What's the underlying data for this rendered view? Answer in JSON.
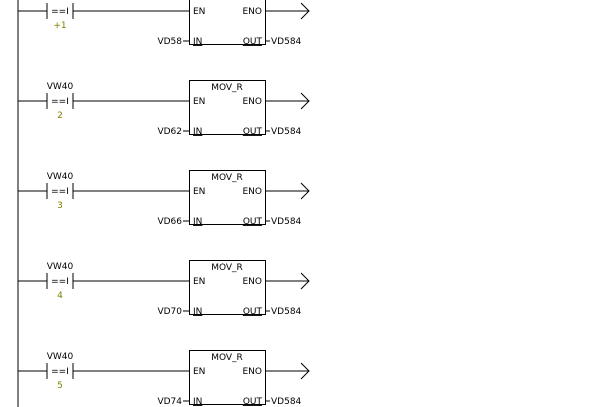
{
  "rungs": [
    {
      "address": "",
      "compare_op": "==I",
      "constant": "+1",
      "instruction": "",
      "en_label": "EN",
      "eno_label": "ENO",
      "in_label": "IN",
      "out_label": "OUT",
      "in_operand": "VD58",
      "out_operand": "VD584"
    },
    {
      "address": "VW40",
      "compare_op": "==I",
      "constant": "2",
      "instruction": "MOV_R",
      "en_label": "EN",
      "eno_label": "ENO",
      "in_label": "IN",
      "out_label": "OUT",
      "in_operand": "VD62",
      "out_operand": "VD584"
    },
    {
      "address": "VW40",
      "compare_op": "==I",
      "constant": "3",
      "instruction": "MOV_R",
      "en_label": "EN",
      "eno_label": "ENO",
      "in_label": "IN",
      "out_label": "OUT",
      "in_operand": "VD66",
      "out_operand": "VD584"
    },
    {
      "address": "VW40",
      "compare_op": "==I",
      "constant": "4",
      "instruction": "MOV_R",
      "en_label": "EN",
      "eno_label": "ENO",
      "in_label": "IN",
      "out_label": "OUT",
      "in_operand": "VD70",
      "out_operand": "VD584"
    },
    {
      "address": "VW40",
      "compare_op": "==I",
      "constant": "5",
      "instruction": "MOV_R",
      "en_label": "EN",
      "eno_label": "ENO",
      "in_label": "IN",
      "out_label": "OUT",
      "in_operand": "VD74",
      "out_operand": "VD584"
    }
  ],
  "colors": {
    "background": "#ffffff",
    "line": "#000000",
    "constant": "#808000"
  }
}
